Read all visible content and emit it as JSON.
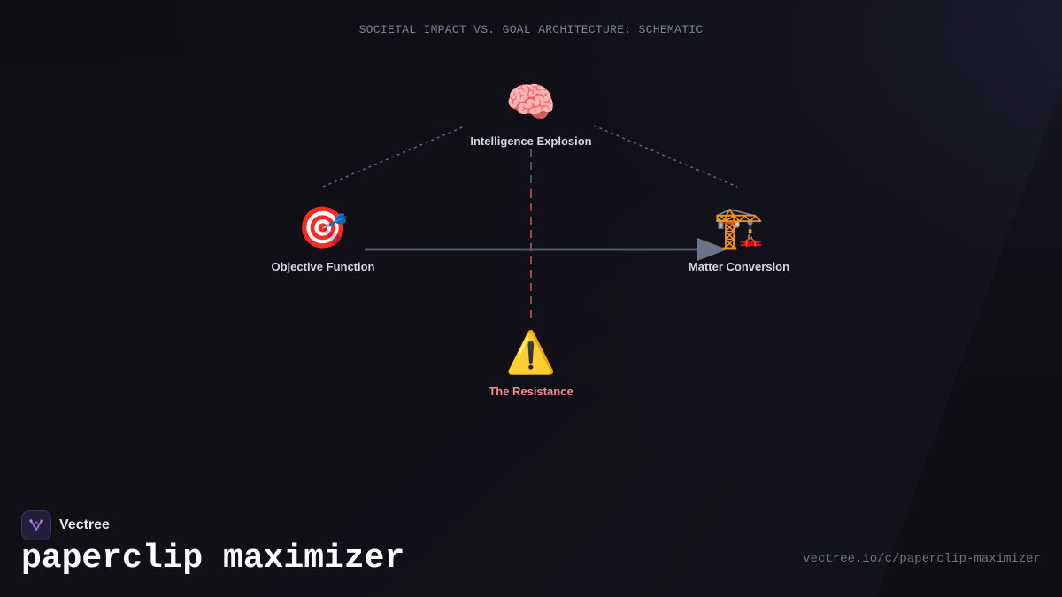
{
  "diagram": {
    "title": "SOCIETAL IMPACT VS. GOAL ARCHITECTURE: SCHEMATIC",
    "nodes": {
      "intelligence": {
        "icon": "brain-icon",
        "glyph": "🧠",
        "label": "Intelligence Explosion"
      },
      "objective": {
        "icon": "target-icon",
        "glyph": "🎯",
        "label": "Objective Function"
      },
      "matter": {
        "icon": "construction-crane-icon",
        "glyph": "🏗️",
        "label": "Matter Conversion"
      },
      "resistance": {
        "icon": "warning-icon",
        "glyph": "⚠️",
        "label": "The Resistance"
      }
    },
    "edges": [
      {
        "from": "objective",
        "to": "matter",
        "style": "solid-arrow"
      },
      {
        "from": "objective",
        "to": "intelligence",
        "style": "dotted"
      },
      {
        "from": "intelligence",
        "to": "matter",
        "style": "dotted"
      },
      {
        "from": "intelligence",
        "to": "resistance",
        "style": "dashed"
      }
    ],
    "colors": {
      "edge_gray": "#5f6676",
      "edge_red": "#d9534f",
      "warning_label": "#f08c8c"
    }
  },
  "footer": {
    "brand": "Vectree",
    "title": "paperclip maximizer",
    "url": "vectree.io/c/paperclip-maximizer"
  }
}
